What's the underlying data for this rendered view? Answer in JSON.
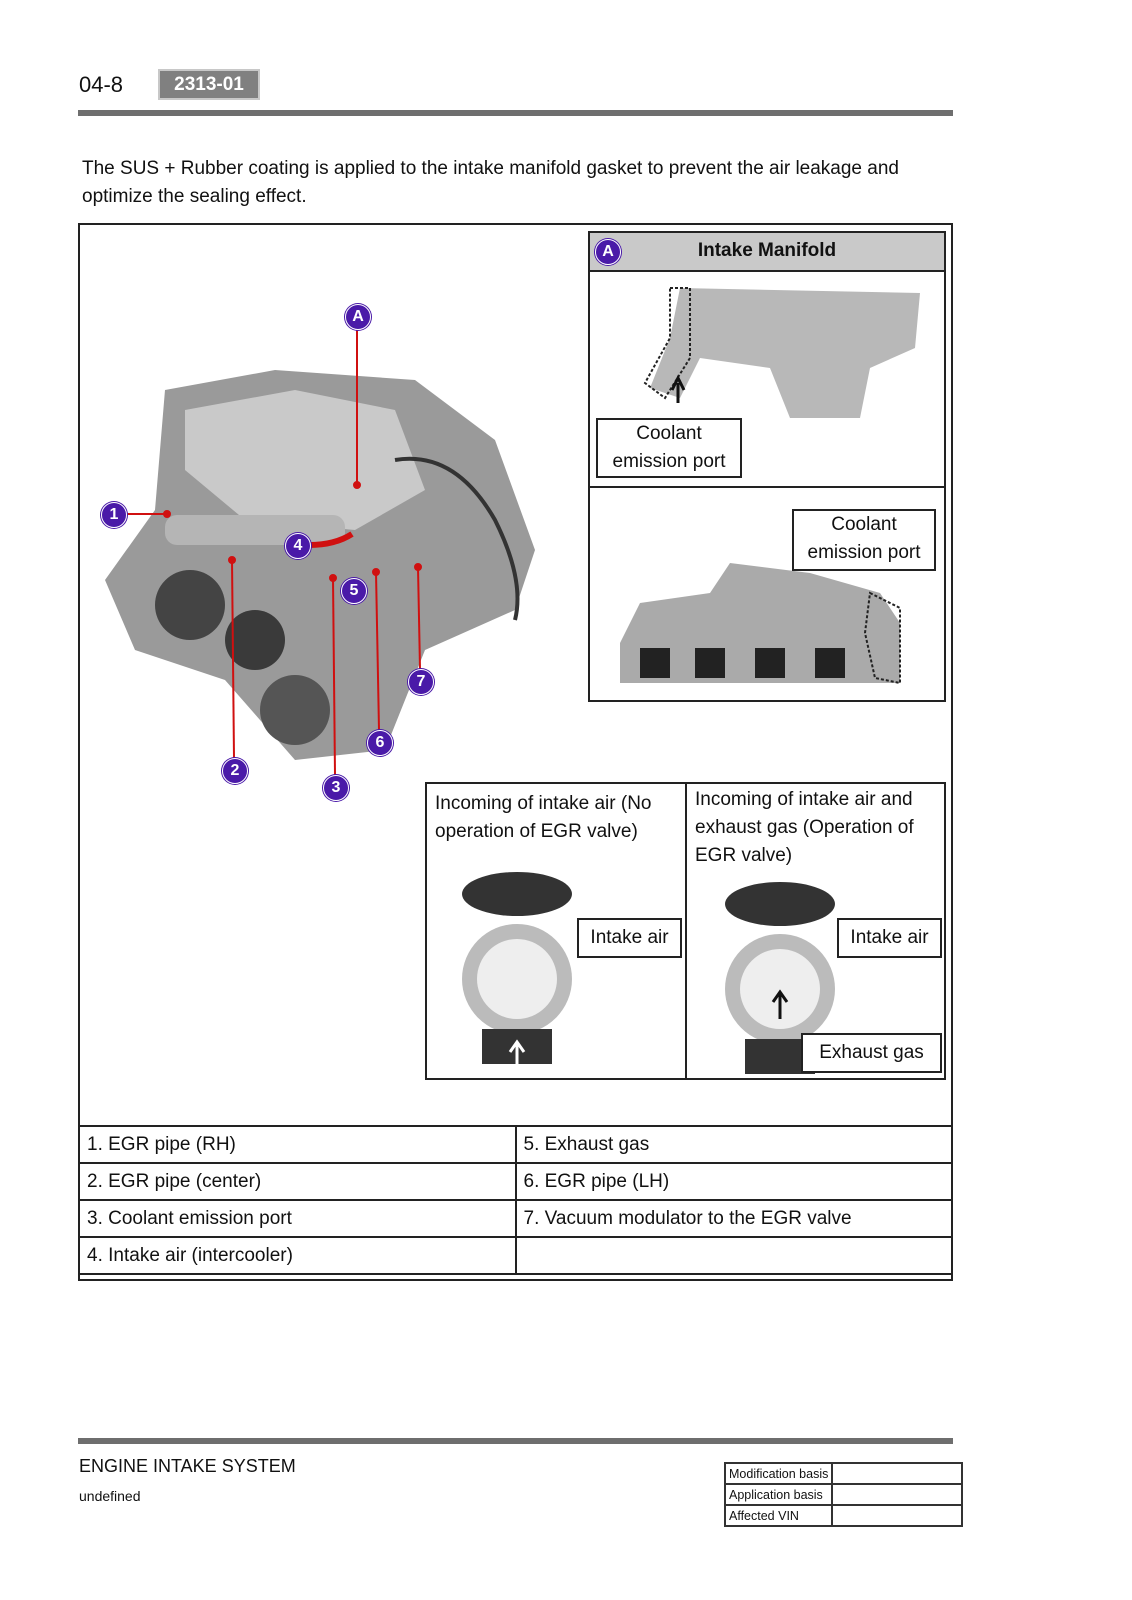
{
  "header": {
    "page_number": "04-8",
    "section_code": "2313-01"
  },
  "intro": "The SUS + Rubber coating is applied to the intake manifold gasket to prevent the air leakage and optimize the sealing effect.",
  "callouts": {
    "a": "A",
    "c1": "1",
    "c2": "2",
    "c3": "3",
    "c4": "4",
    "c5": "5",
    "c6": "6",
    "c7": "7"
  },
  "manifold": {
    "marker": "A",
    "title": "Intake Manifold",
    "label_top": "Coolant emission port",
    "label_bottom": "Coolant emission port"
  },
  "egr": {
    "left_caption": "Incoming of intake air (No operation of EGR valve)",
    "right_caption": "Incoming of intake air and exhaust gas (Operation of EGR valve)",
    "left_label": "Intake air",
    "right_label_air": "Intake air",
    "right_label_exhaust": "Exhaust gas"
  },
  "parts": [
    [
      "1. EGR pipe (RH)",
      "5. Exhaust gas"
    ],
    [
      "2. EGR pipe (center)",
      "6. EGR pipe (LH)"
    ],
    [
      "3. Coolant emission port",
      "7. Vacuum modulator to the EGR valve"
    ],
    [
      "4. Intake air (intercooler)",
      ""
    ]
  ],
  "footer": {
    "section": "ENGINE INTAKE SYSTEM",
    "sub": "undefined",
    "meta": [
      "Modification basis",
      "Application basis",
      "Affected VIN"
    ]
  },
  "colors": {
    "callout": "#4a1aa8",
    "leader": "#d01010"
  }
}
